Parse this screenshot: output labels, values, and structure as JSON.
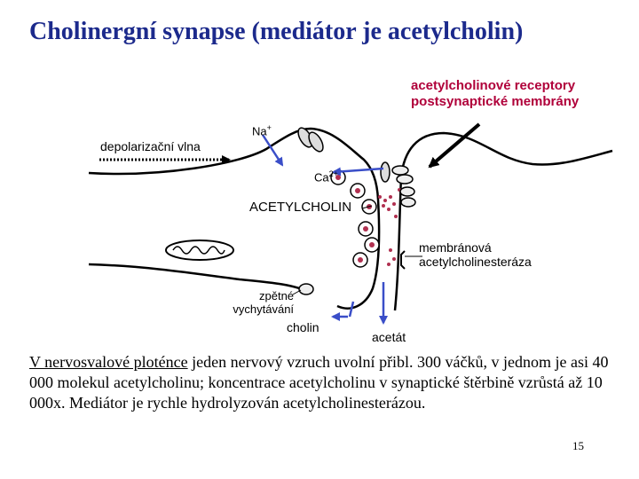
{
  "title": "Cholinergní synapse (mediátor je acetylcholin)",
  "labels": {
    "receptors_line1": "acetylcholinové receptory",
    "receptors_line2": "postsynaptické membrány",
    "na": "Na+",
    "depolarization": "depolarizační vlna",
    "ca": "Ca2+",
    "acetylcholine": "ACETYLCHOLIN",
    "esterase_line1": "membránová",
    "esterase_line2": "acetylcholinesteráza",
    "reuptake_line1": "zpětné",
    "reuptake_line2": "vychytávání",
    "choline": "cholin",
    "acetate": "acetát"
  },
  "caption": {
    "underlined": "V nervosvalové ploténce",
    "rest": " jeden nervový vzruch uvolní přibl. 300 váčků, v jednom je asi 40 000 molekul acetylcholinu; koncentrace acetylcholinu v synaptické štěrbině vzrůstá až 10 000x. Mediátor je rychle hydrolyzován acetylcholinesterázou."
  },
  "page_number": "15",
  "colors": {
    "title": "#1c2a8c",
    "red_label": "#b0003a",
    "arrow_blue": "#3a4ec8"
  }
}
